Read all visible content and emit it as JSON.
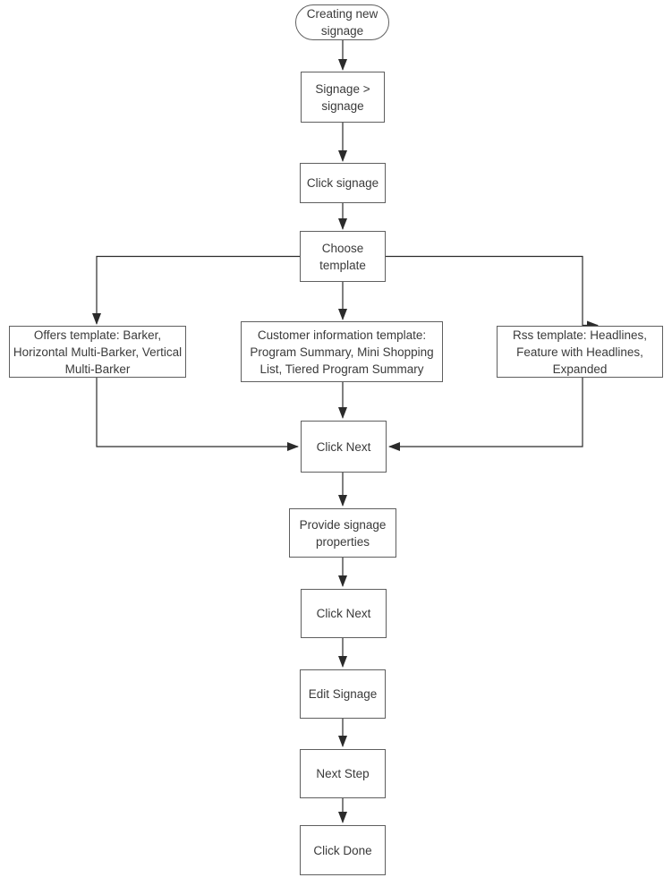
{
  "diagram": {
    "title": "Creating new signage",
    "colors": {
      "background": "#ffffff",
      "node_border": "#5f5f5f",
      "node_fill": "#ffffff",
      "text": "#3a3a3a",
      "connector": "#2b2b2b"
    },
    "nodes": [
      {
        "id": "start",
        "shape": "terminator",
        "label": "Creating new\nsignage"
      },
      {
        "id": "signage-menu",
        "shape": "process",
        "label": "Signage >\nsignage"
      },
      {
        "id": "click-signage",
        "shape": "process",
        "label": "Click signage"
      },
      {
        "id": "choose-template",
        "shape": "process",
        "label": "Choose\ntemplate"
      },
      {
        "id": "offers-template",
        "shape": "process",
        "label": "Offers template: Barker,\nHorizontal Multi-Barker, Vertical\nMulti-Barker"
      },
      {
        "id": "customer-template",
        "shape": "process",
        "label": "Customer information template:\nProgram Summary, Mini Shopping\nList, Tiered Program Summary"
      },
      {
        "id": "rss-template",
        "shape": "process",
        "label": "Rss template: Headlines,\nFeature with Headlines,\nExpanded"
      },
      {
        "id": "click-next-1",
        "shape": "process",
        "label": "Click Next"
      },
      {
        "id": "provide-properties",
        "shape": "process",
        "label": "Provide signage\nproperties"
      },
      {
        "id": "click-next-2",
        "shape": "process",
        "label": "Click Next"
      },
      {
        "id": "edit-signage",
        "shape": "process",
        "label": "Edit Signage"
      },
      {
        "id": "next-step",
        "shape": "process",
        "label": "Next Step"
      },
      {
        "id": "click-done",
        "shape": "process",
        "label": "Click Done"
      }
    ],
    "edges": [
      {
        "from": "start",
        "to": "signage-menu"
      },
      {
        "from": "signage-menu",
        "to": "click-signage"
      },
      {
        "from": "click-signage",
        "to": "choose-template"
      },
      {
        "from": "choose-template",
        "to": "offers-template"
      },
      {
        "from": "choose-template",
        "to": "customer-template"
      },
      {
        "from": "choose-template",
        "to": "rss-template"
      },
      {
        "from": "offers-template",
        "to": "click-next-1"
      },
      {
        "from": "customer-template",
        "to": "click-next-1"
      },
      {
        "from": "rss-template",
        "to": "click-next-1"
      },
      {
        "from": "click-next-1",
        "to": "provide-properties"
      },
      {
        "from": "provide-properties",
        "to": "click-next-2"
      },
      {
        "from": "click-next-2",
        "to": "edit-signage"
      },
      {
        "from": "edit-signage",
        "to": "next-step"
      },
      {
        "from": "next-step",
        "to": "click-done"
      }
    ]
  }
}
